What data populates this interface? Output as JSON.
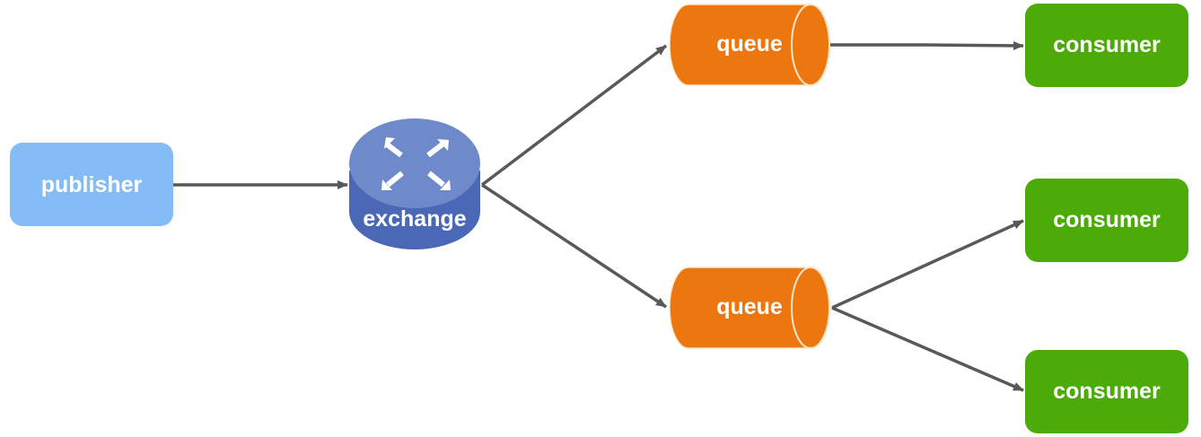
{
  "nodes": {
    "publisher": {
      "label": "publisher",
      "color": "#85BCF5"
    },
    "exchange": {
      "label": "exchange",
      "top_color": "#6F8ACB",
      "side_color": "#4A68B5",
      "icon": "arrows-cross-icon"
    },
    "queue_top": {
      "label": "queue",
      "color": "#EE760E"
    },
    "queue_bottom": {
      "label": "queue",
      "color": "#EE760E"
    },
    "consumer_1": {
      "label": "consumer",
      "color": "#4CAB08"
    },
    "consumer_2": {
      "label": "consumer",
      "color": "#4CAB08"
    },
    "consumer_3": {
      "label": "consumer",
      "color": "#4CAB08"
    }
  },
  "edge_color": "#595959",
  "edges": [
    {
      "from": "publisher",
      "to": "exchange"
    },
    {
      "from": "exchange",
      "to": "queue_top"
    },
    {
      "from": "exchange",
      "to": "queue_bottom"
    },
    {
      "from": "queue_top",
      "to": "consumer_1"
    },
    {
      "from": "queue_bottom",
      "to": "consumer_2"
    },
    {
      "from": "queue_bottom",
      "to": "consumer_3"
    }
  ]
}
